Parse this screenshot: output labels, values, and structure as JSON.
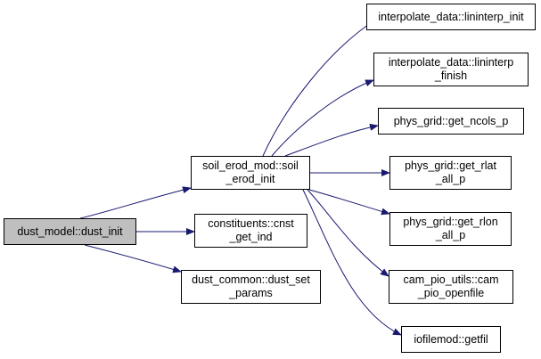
{
  "colors": {
    "edge": "#191970",
    "root_fill": "#bfbfbf",
    "node_fill": "#ffffff",
    "node_border": "#000000"
  },
  "nodes": {
    "dust_init": {
      "lines": [
        "dust_model::dust_init"
      ]
    },
    "soil_erod_init": {
      "lines": [
        "soil_erod_mod::soil",
        "_erod_init"
      ]
    },
    "cnst_get_ind": {
      "lines": [
        "constituents::cnst",
        "_get_ind"
      ]
    },
    "dust_set_params": {
      "lines": [
        "dust_common::dust_set",
        "_params"
      ]
    },
    "lininterp_init": {
      "lines": [
        "interpolate_data::lininterp_init"
      ]
    },
    "lininterp_finish": {
      "lines": [
        "interpolate_data::lininterp",
        "_finish"
      ]
    },
    "get_ncols_p": {
      "lines": [
        "phys_grid::get_ncols_p"
      ]
    },
    "get_rlat_all_p": {
      "lines": [
        "phys_grid::get_rlat",
        "_all_p"
      ]
    },
    "get_rlon_all_p": {
      "lines": [
        "phys_grid::get_rlon",
        "_all_p"
      ]
    },
    "cam_pio_openfile": {
      "lines": [
        "cam_pio_utils::cam",
        "_pio_openfile"
      ]
    },
    "getfil": {
      "lines": [
        "iofilemod::getfil"
      ]
    }
  }
}
